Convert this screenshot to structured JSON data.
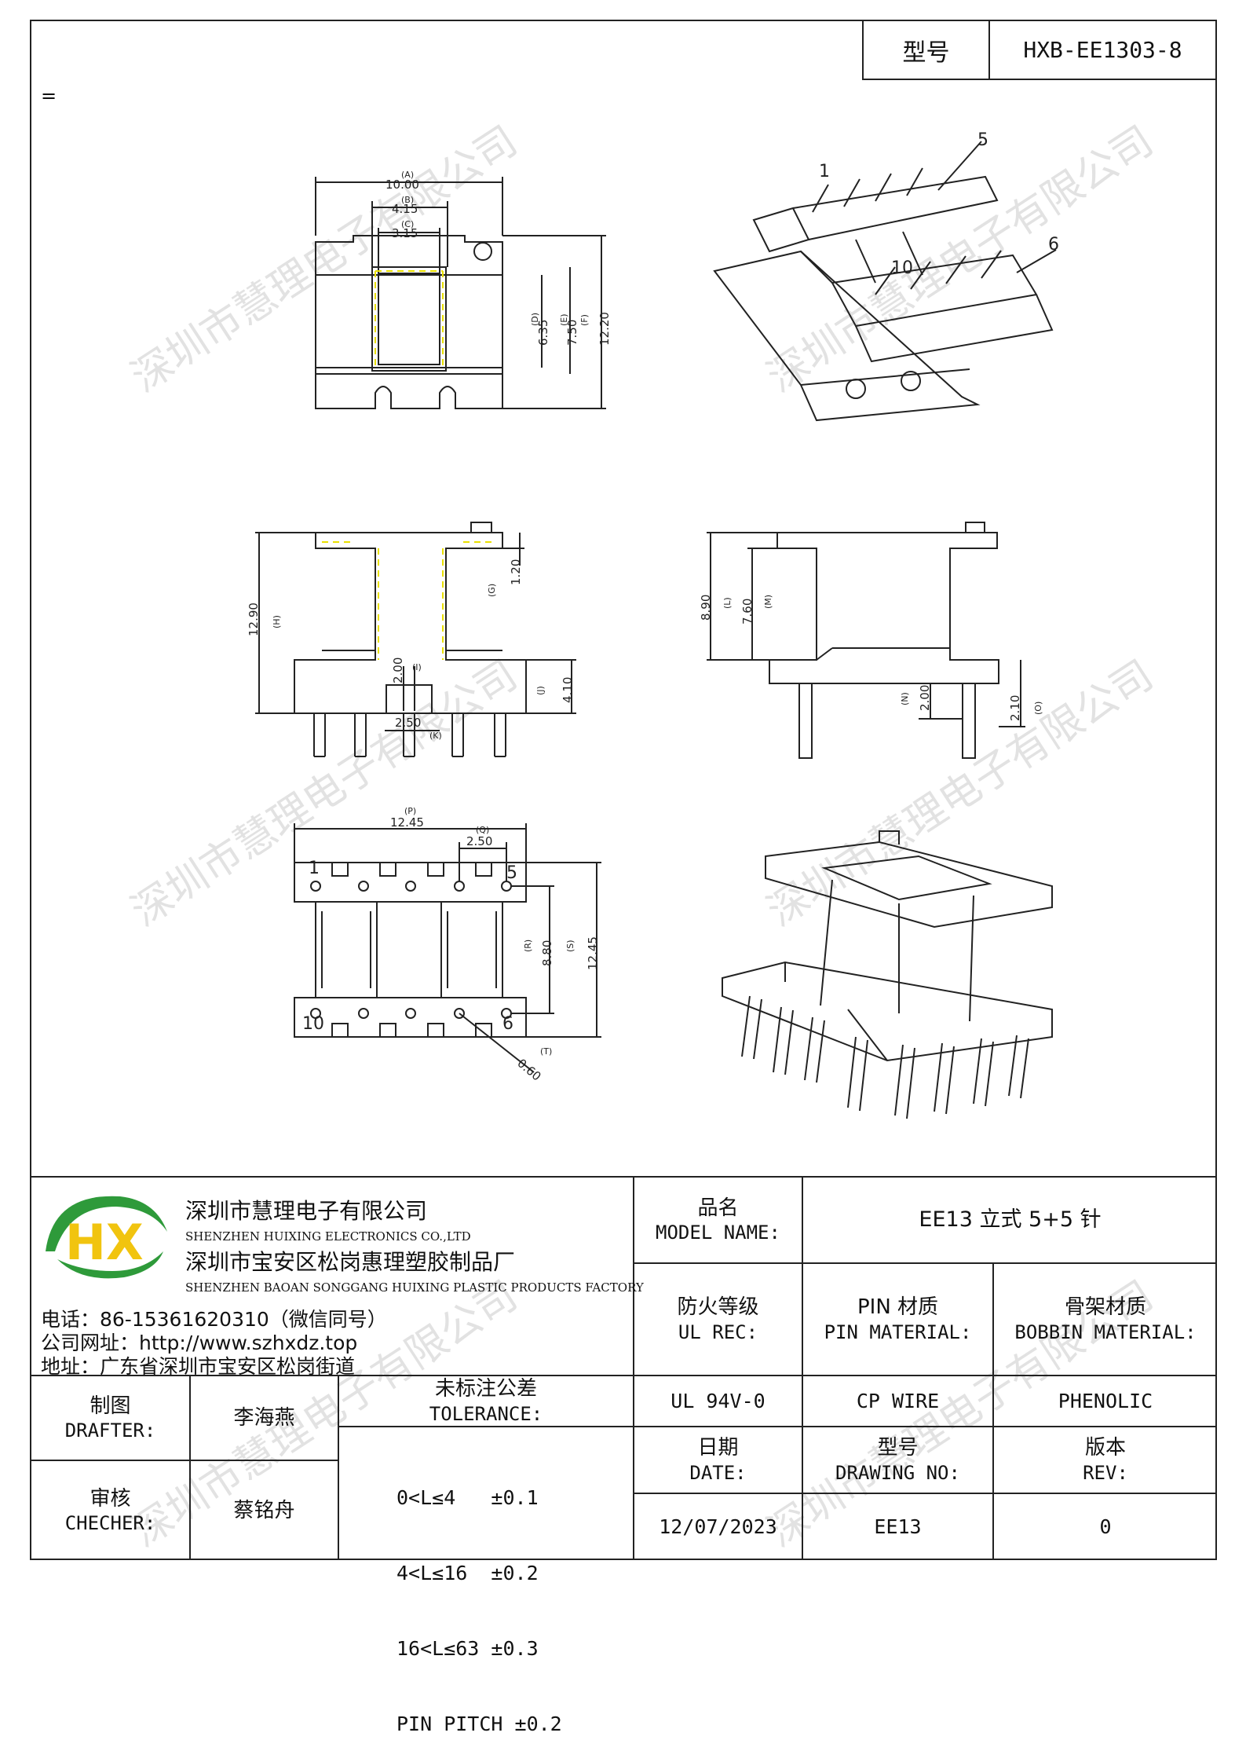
{
  "header": {
    "model_label": "型号",
    "model_value": "HXB-EE1303-8"
  },
  "stray_mark": "=",
  "drawing": {
    "dims": {
      "A": "(A)",
      "A_val": "10.00",
      "B": "(B)",
      "B_val": "4.15",
      "C": "(C)",
      "C_val": "3.15",
      "D": "(D)",
      "D_val": "6.35",
      "E": "(E)",
      "F": "(F)",
      "EF_val": "7.50",
      "F_val": "12.20",
      "G": "(G)",
      "G_val": "1.20",
      "H": "(H)",
      "H_val": "12.90",
      "I": "(I)",
      "I_val": "2.00",
      "J": "(J)",
      "J_val": "4.10",
      "K": "(K)",
      "K_val": "2.50",
      "L": "(L)",
      "L_val": "8.90",
      "M": "(M)",
      "M_val": "7.60",
      "N": "(N)",
      "N_val": "2.00",
      "O": "(O)",
      "O_val": "2.10",
      "P": "(P)",
      "P_val": "12.45",
      "Q": "(Q)",
      "Q_val": "2.50",
      "R": "(R)",
      "R_val": "8.80",
      "S": "(S)",
      "S_val": "12.45",
      "T": "(T)",
      "T_val": "0.60"
    },
    "pin_labels": {
      "p1": "1",
      "p5": "5",
      "p6": "6",
      "p10": "10"
    },
    "watermark": "深圳市慧理电子有限公司"
  },
  "company": {
    "logo_text": "HX",
    "name_cn": "深圳市慧理电子有限公司",
    "name_en": "SHENZHEN HUIXING ELECTRONICS CO.,LTD",
    "factory_cn": "深圳市宝安区松岗惠理塑胶制品厂",
    "factory_en": "SHENZHEN BAOAN SONGGANG HUIXING PLASTIC PRODUCTS FACTORY",
    "phone": "电话：86-15361620310（微信同号）",
    "website": "公司网址：http://www.szhxdz.top",
    "address": "地址：广东省深圳市宝安区松岗街道"
  },
  "title_block": {
    "model_name_cn": "品名",
    "model_name_en": "MODEL NAME:",
    "model_name_value": "EE13 立式 5+5 针",
    "ul_cn": "防火等级",
    "ul_en": "UL REC:",
    "pin_cn": "PIN 材质",
    "pin_en": "PIN MATERIAL:",
    "bobbin_cn": "骨架材质",
    "bobbin_en": "BOBBIN MATERIAL:",
    "ul_value": "UL 94V-0",
    "pin_value": "CP WIRE",
    "bobbin_value": "PHENOLIC",
    "drafter_cn": "制图",
    "drafter_en": "DRAFTER:",
    "drafter_name": "李海燕",
    "checker_cn": "审核",
    "checker_en": "CHECHER:",
    "checker_name": "蔡铭舟",
    "tolerance_cn": "未标注公差",
    "tolerance_en": "TOLERANCE:",
    "tolerance_lines": [
      "0<L≤4   ±0.1",
      "4<L≤16  ±0.2",
      "16<L≤63 ±0.3",
      "PIN PITCH ±0.2"
    ],
    "date_cn": "日期",
    "date_en": "DATE:",
    "date_value": "12/07/2023",
    "drawing_no_cn": "型号",
    "drawing_no_en": "DRAWING NO:",
    "drawing_no_value": "EE13",
    "rev_cn": "版本",
    "rev_en": "REV:",
    "rev_value": "0"
  },
  "colors": {
    "logo_green": "#2e9a3a",
    "logo_yellow": "#f1c40f",
    "logo_blue": "#1f6fb5",
    "hatch": "#e9e000"
  }
}
